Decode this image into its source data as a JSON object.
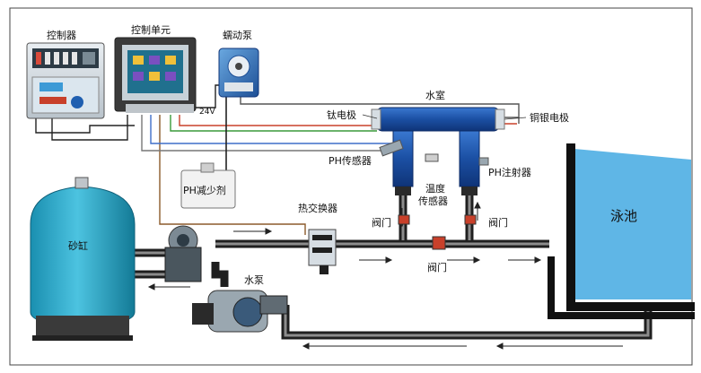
{
  "labels": {
    "controller": "控制器",
    "control_unit": "控制单元",
    "peristaltic_pump": "蠕动泵",
    "water_chamber": "水室",
    "titanium_electrode": "钛电极",
    "copper_silver_electrode": "铜银电极",
    "ph_sensor": "PH传感器",
    "ph_injector": "PH注射器",
    "temperature_sensor_line1": "温度",
    "temperature_sensor_line2": "传感器",
    "ph_reducer": "PH减少剂",
    "heat_exchanger": "热交换器",
    "sand_tank": "砂缸",
    "water_pump": "水泵",
    "valve_left": "阀门",
    "valve_middle": "阀门",
    "valve_right": "阀门",
    "pool": "泳池",
    "voltage": "24V"
  },
  "colors": {
    "pool_water": "#5fb6e6",
    "sand_tank": "#2aa3c4",
    "water_chamber": "#1b4fa3",
    "pipe": "#1f1f1f",
    "wire_red": "#c8402a",
    "wire_green": "#3a9a3a",
    "wire_blue": "#3f6fc9",
    "wire_brown": "#8b5a2b"
  }
}
